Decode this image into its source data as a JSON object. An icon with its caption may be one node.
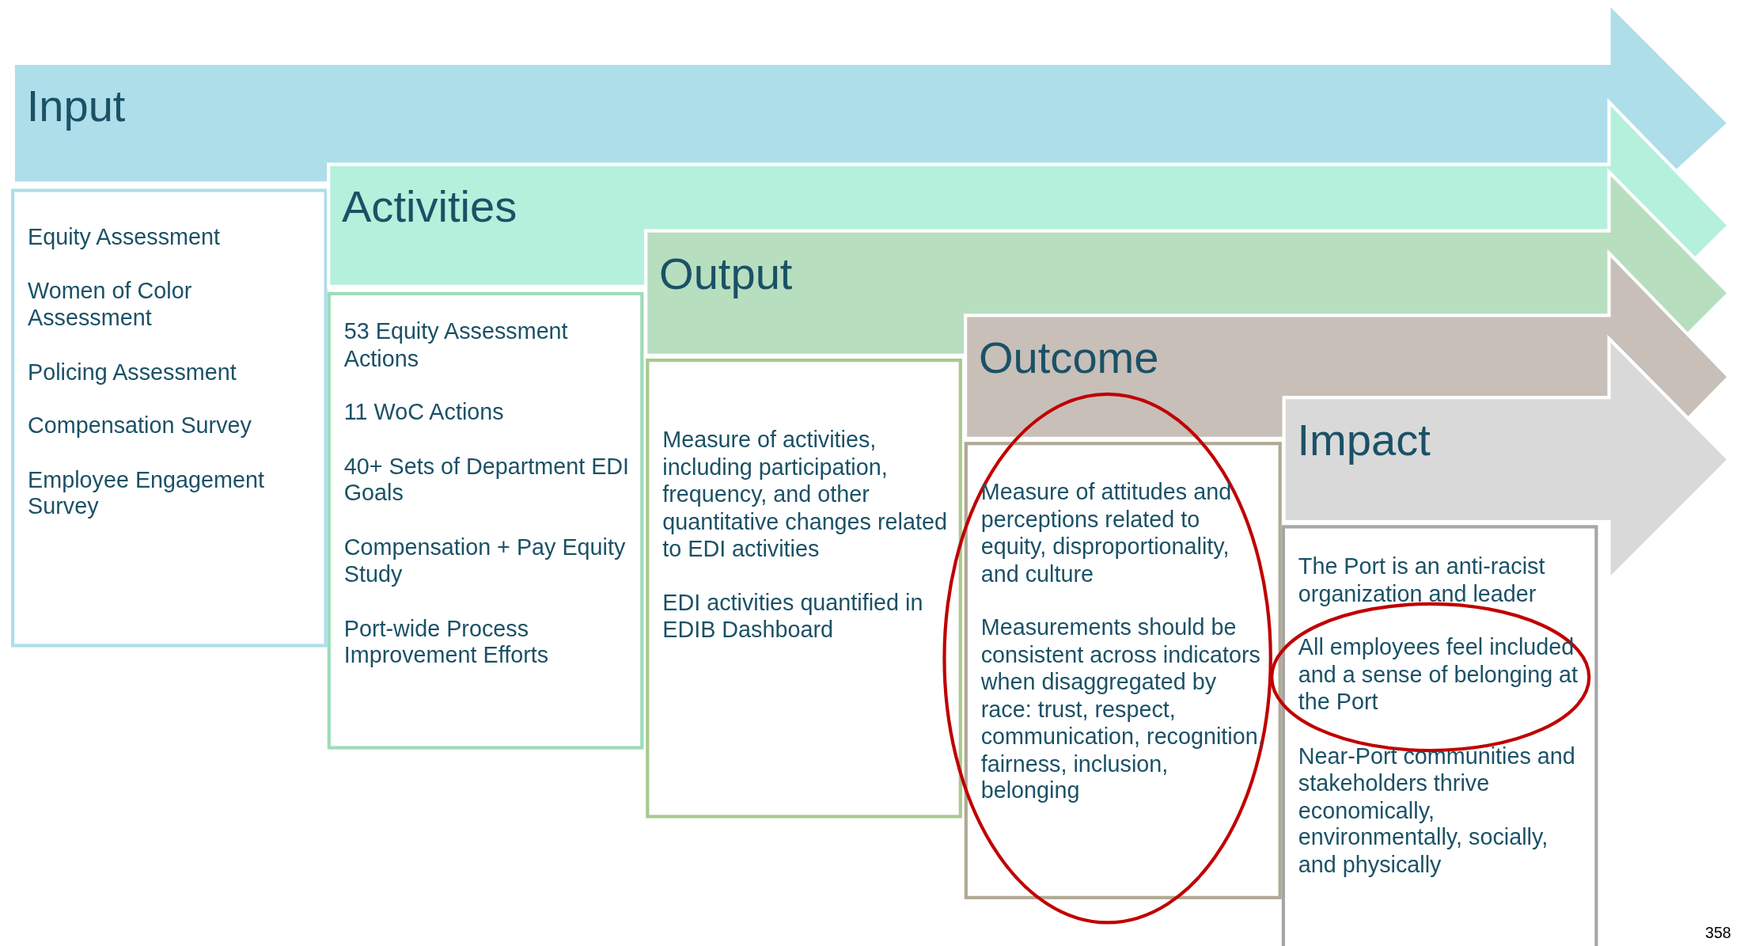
{
  "diagram": {
    "nodes": [
      {
        "text": [
          "Input"
        ]
      },
      {
        "text": [
          "Equity Assessment",
          "Women of Color Assessment",
          "Policing Assessment",
          "Compensation Survey",
          "Employee Engagement Survey"
        ]
      },
      {
        "text": [
          "Activities"
        ]
      },
      {
        "text": [
          "53 Equity Assessment Actions",
          "11 WoC Actions",
          "40+ Sets of Department EDI Goals",
          "Compensation + Pay Equity Study",
          "Port-wide Process Improvement Efforts"
        ]
      },
      {
        "text": [
          "Output"
        ]
      },
      {
        "text": [
          "Measure of activities, including participation, frequency, and other quantitative changes related to EDI activities",
          "EDI activities quantified in EDIB Dashboard"
        ]
      },
      {
        "text": [
          "Outcome"
        ]
      },
      {
        "text": [
          "Measure of attitudes and perceptions related to equity, disproportionality, and culture",
          "Measurements should be consistent across indicators when disaggregated by race: trust, respect, communication, recognition, fairness, inclusion, belonging"
        ]
      },
      {
        "text": [
          "Impact"
        ]
      },
      {
        "text": [
          "The Port is an anti-racist organization and leader",
          "All employees feel included and a sense of belonging at the Port",
          "Near-Port communities and stakeholders thrive economically, environmentally, socially, and physically"
        ]
      }
    ],
    "labels": [
      "358"
    ]
  }
}
